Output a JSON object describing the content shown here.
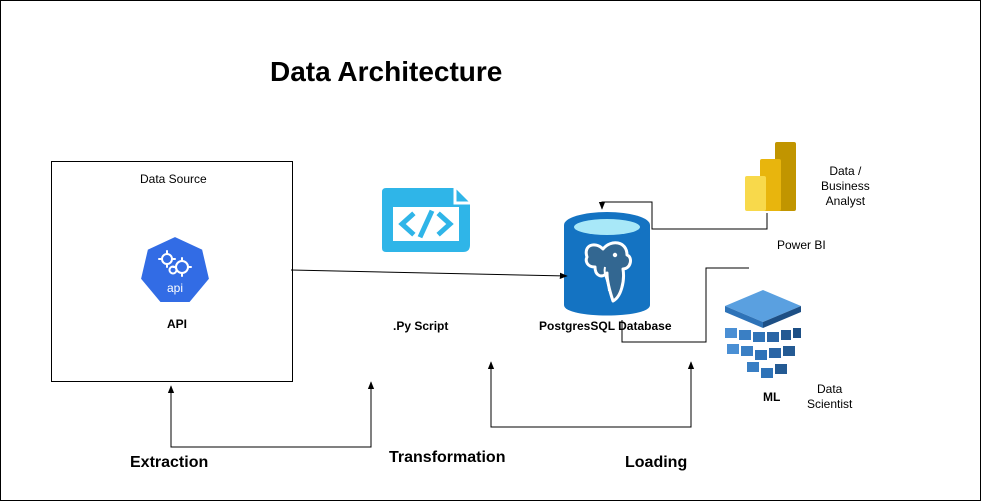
{
  "title": "Data  Architecture",
  "data_source": {
    "label": "Data Source"
  },
  "api": {
    "icon_text": "api",
    "label": "API"
  },
  "script": {
    "label": ".Py Script"
  },
  "database": {
    "label": "PostgresSQL Database"
  },
  "power_bi": {
    "label": "Power BI"
  },
  "analyst": {
    "label": "Data /\nBusiness\nAnalyst"
  },
  "ml": {
    "label": "ML"
  },
  "scientist": {
    "label": "Data\nScientist"
  },
  "steps": {
    "extraction": "Extraction",
    "transformation": "Transformation",
    "loading": "Loading"
  },
  "colors": {
    "api_blue": "#326ce5",
    "script_blue": "#2fb5e8",
    "db_blue": "#1473c2",
    "db_top": "#a8e8f8",
    "powerbi_gold": "#f2c811",
    "ml_blue": "#2e73b8"
  },
  "icons": [
    "api-icon",
    "code-script-icon",
    "postgresql-database-icon",
    "power-bi-icon",
    "ml-stack-icon"
  ]
}
